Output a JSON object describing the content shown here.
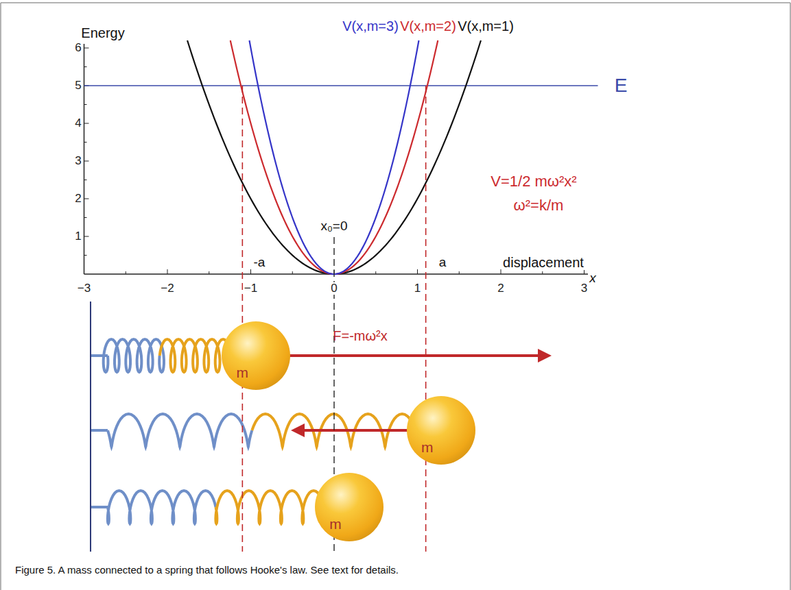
{
  "diagram": {
    "caption": "Figure 5. A mass connected to a spring that follows Hooke's law. See text for details.",
    "nodes": [
      {
        "text": [
          "m"
        ]
      },
      {
        "text": [
          "m"
        ]
      },
      {
        "text": [
          "m"
        ]
      }
    ],
    "labels": [
      "Energy",
      "6",
      "5",
      "4",
      "3",
      "2",
      "1",
      "V(x,m=3)",
      "V(x,m=2)",
      "V(x,m=1)",
      "E",
      "V=1/2 mω²x²",
      "ω²=k/m",
      "x₀=0",
      "-a",
      "a",
      "displacement",
      "x",
      "−3",
      "−2",
      "−1",
      "0",
      "1",
      "2",
      "3",
      "F=-mω²x"
    ]
  }
}
